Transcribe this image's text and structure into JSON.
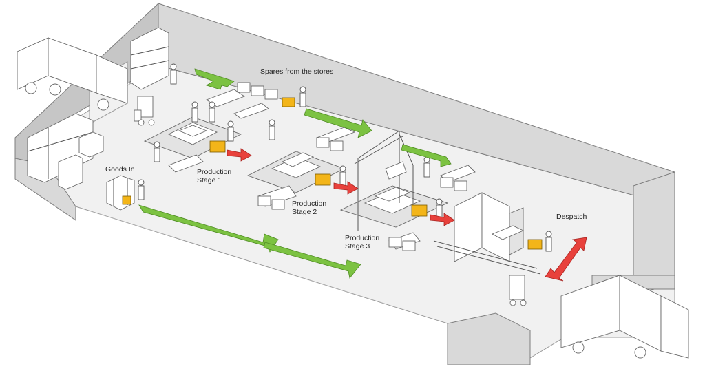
{
  "labels": {
    "spares": "Spares from the stores",
    "goods_in": "Goods In",
    "stage1_line1": "Production",
    "stage1_line2": "Stage 1",
    "stage2_line1": "Production",
    "stage2_line2": "Stage 2",
    "stage3_line1": "Production",
    "stage3_line2": "Stage 3",
    "despatch": "Despatch"
  },
  "colors": {
    "flow_arrow": "#7cc242",
    "output_arrow": "#e8413c",
    "pallet_truck": "#f3b519",
    "wall": "#d9d9d9",
    "floor": "#f1f1f1"
  },
  "icons": [
    "lorry-icon",
    "forklift-icon",
    "pallet-truck-icon",
    "worker-icon",
    "trolley-icon",
    "crane-icon",
    "machine-icon"
  ]
}
